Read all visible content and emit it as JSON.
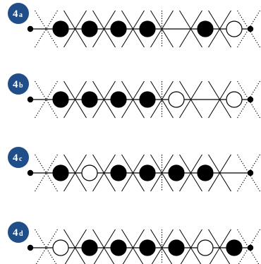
{
  "rows": [
    {
      "label": "4",
      "sub": "a",
      "nodes": [
        "filled",
        "filled",
        "filled",
        "filled",
        "none",
        "filled",
        "open"
      ]
    },
    {
      "label": "4",
      "sub": "b",
      "nodes": [
        "filled",
        "filled",
        "filled",
        "filled",
        "open",
        "none",
        "open"
      ]
    },
    {
      "label": "4",
      "sub": "c",
      "nodes": [
        "filled",
        "open",
        "filled",
        "filled",
        "filled",
        "filled",
        "none"
      ]
    },
    {
      "label": "4",
      "sub": "d",
      "nodes": [
        "open",
        "filled",
        "filled",
        "filled",
        "filled",
        "open",
        "filled"
      ]
    }
  ],
  "colors": {
    "badge": "#1f4e88",
    "ink": "#000000",
    "open_fill": "#ffffff"
  }
}
